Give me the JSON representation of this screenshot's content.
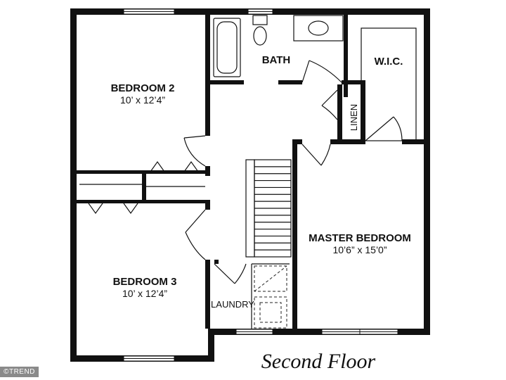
{
  "title": "Second Floor",
  "watermark": "©TREND",
  "rooms": {
    "bedroom2": {
      "name": "BEDROOM 2",
      "dims": "10’ x 12’4”"
    },
    "bedroom3": {
      "name": "BEDROOM 3",
      "dims": "10’ x 12’4”"
    },
    "master": {
      "name": "MASTER BEDROOM",
      "dims": "10’6” x 15’0”"
    },
    "bath": {
      "name": "BATH"
    },
    "wic": {
      "name": "W.I.C."
    },
    "linen": {
      "name": "LINEN"
    },
    "laundry": {
      "name": "LAUNDRY"
    }
  }
}
